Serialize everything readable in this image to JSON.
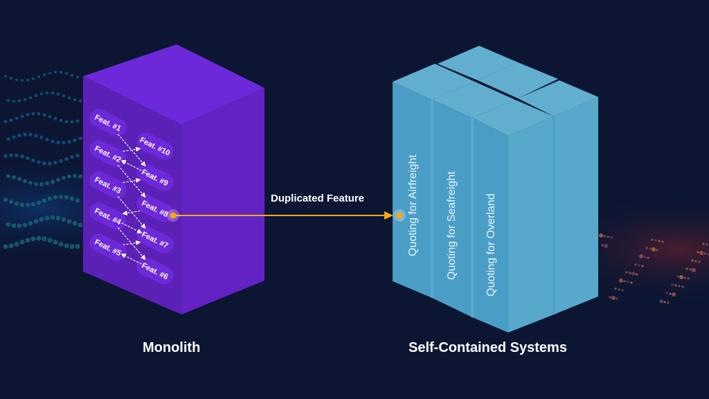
{
  "diagram": {
    "title_left": "Monolith",
    "title_right": "Self-Contained Systems",
    "connector_label": "Duplicated Feature",
    "monolith": {
      "features": [
        {
          "id": "f1",
          "label": "Feat. #1"
        },
        {
          "id": "f2",
          "label": "Feat. #2"
        },
        {
          "id": "f3",
          "label": "Feat. #3"
        },
        {
          "id": "f4",
          "label": "Feat. #4"
        },
        {
          "id": "f5",
          "label": "Feat. #5"
        },
        {
          "id": "f10",
          "label": "Feat. #10"
        },
        {
          "id": "f9",
          "label": "Feat. #9"
        },
        {
          "id": "f8",
          "label": "Feat. #8"
        },
        {
          "id": "f7",
          "label": "Feat. #7"
        },
        {
          "id": "f6",
          "label": "Feat. #6"
        }
      ],
      "dependencies": [
        [
          "f2",
          "f10"
        ],
        [
          "f1",
          "f9"
        ],
        [
          "f9",
          "f2"
        ],
        [
          "f3",
          "f9"
        ],
        [
          "f2",
          "f8"
        ],
        [
          "f8",
          "f4"
        ],
        [
          "f4",
          "f7"
        ],
        [
          "f3",
          "f7"
        ],
        [
          "f5",
          "f7"
        ],
        [
          "f4",
          "f6"
        ],
        [
          "f6",
          "f5"
        ]
      ]
    },
    "systems": [
      {
        "label": "Quoting for Airfreight"
      },
      {
        "label": "Quoting for Seafreight"
      },
      {
        "label": "Quoting for Overland"
      }
    ],
    "colors": {
      "background": "#0c1633",
      "monolith_top": "#6d28d9",
      "monolith_left": "#5b21b6",
      "monolith_right": "#6322c4",
      "feature_pill": "#6d28d9",
      "scs_top": "#62aecf",
      "scs_left": "#4a9ec6",
      "scs_right": "#58a8cc",
      "connector": "#f5a90a"
    }
  }
}
